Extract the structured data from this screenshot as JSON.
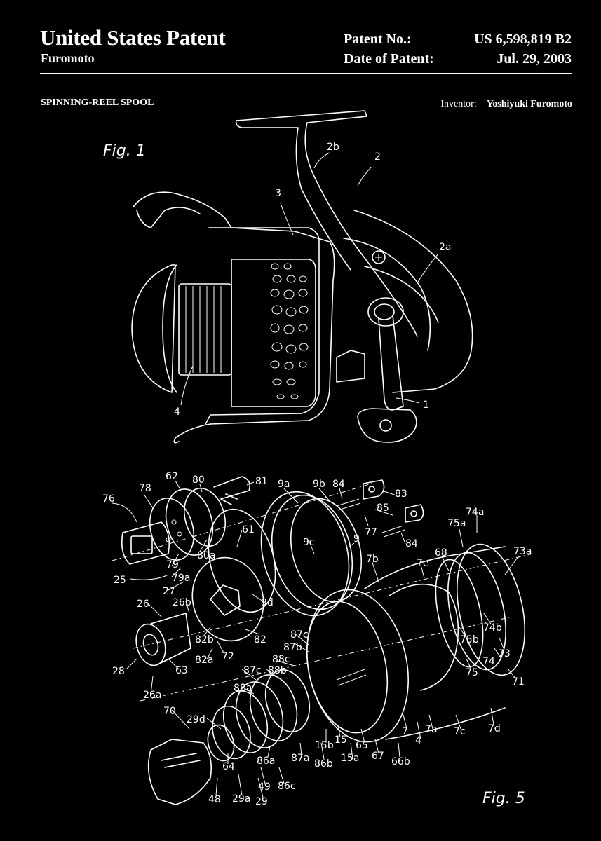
{
  "header": {
    "title": "United States Patent",
    "inventor_short": "Furomoto",
    "patent_no_label": "Patent No.:",
    "patent_no_value": "US 6,598,819 B2",
    "date_label": "Date of Patent:",
    "date_value": "Jul. 29, 2003"
  },
  "subject": "SPINNING-REEL SPOOL",
  "inventor": {
    "label": "Inventor:",
    "name": "Yoshiyuki Furomoto"
  },
  "figures": {
    "fig1_caption": "Fig. 1",
    "fig5_caption": "Fig. 5",
    "fig1_refs": [
      "2b",
      "2",
      "3",
      "2a",
      "4",
      "1"
    ],
    "fig5_refs": [
      "62",
      "80",
      "81",
      "9a",
      "9b",
      "84",
      "83",
      "78",
      "76",
      "85",
      "77",
      "61",
      "84",
      "74a",
      "75a",
      "73a",
      "9",
      "9c",
      "7b",
      "68",
      "7e",
      "80a",
      "79",
      "79a",
      "25",
      "27",
      "26",
      "26b",
      "9d",
      "82b",
      "82",
      "87c",
      "87b",
      "72",
      "82a",
      "88c",
      "87c",
      "88b",
      "28",
      "63",
      "88a",
      "26a",
      "70",
      "29d",
      "15b",
      "15",
      "65",
      "7",
      "4",
      "7a",
      "7c",
      "7d",
      "64",
      "48",
      "29a",
      "49",
      "29",
      "86a",
      "87a",
      "86b",
      "15a",
      "67",
      "66b",
      "86c",
      "74b",
      "75b",
      "74",
      "75",
      "73",
      "71"
    ]
  }
}
